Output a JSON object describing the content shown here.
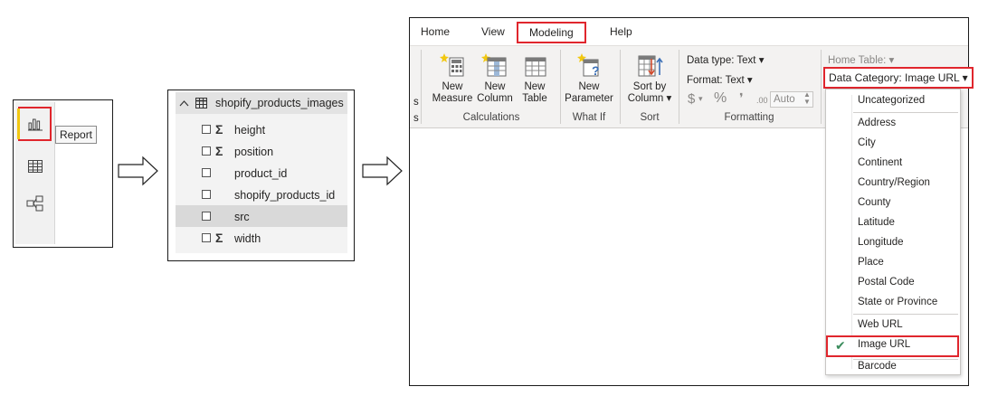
{
  "view_switcher": {
    "tooltip": "Report",
    "views": [
      {
        "name": "report",
        "icon": "bar-chart-icon"
      },
      {
        "name": "data",
        "icon": "table-grid-icon"
      },
      {
        "name": "model",
        "icon": "model-diagram-icon"
      }
    ]
  },
  "fields_pane": {
    "table_name": "shopify_products_images",
    "fields": [
      {
        "name": "height",
        "sigma": true,
        "highlighted": false
      },
      {
        "name": "position",
        "sigma": true,
        "highlighted": false
      },
      {
        "name": "product_id",
        "sigma": false,
        "highlighted": false
      },
      {
        "name": "shopify_products_id",
        "sigma": false,
        "highlighted": false
      },
      {
        "name": "src",
        "sigma": false,
        "highlighted": true
      },
      {
        "name": "width",
        "sigma": true,
        "highlighted": false
      }
    ]
  },
  "ribbon": {
    "tabs": [
      "Home",
      "View",
      "Modeling",
      "Help"
    ],
    "active_tab": "Modeling",
    "left_clip_labels": [
      "s",
      "s"
    ],
    "buttons": {
      "new_measure": [
        "New",
        "Measure"
      ],
      "new_column": [
        "New",
        "Column"
      ],
      "new_table": [
        "New",
        "Table"
      ],
      "new_parameter": [
        "New",
        "Parameter"
      ],
      "sort_by_column": [
        "Sort by",
        "Column ▾"
      ]
    },
    "groups": {
      "calculations": "Calculations",
      "what_if": "What If",
      "sort": "Sort",
      "formatting": "Formatting"
    },
    "formatting": {
      "data_type": "Data type: Text ▾",
      "format": "Format: Text ▾",
      "currency": "$",
      "percent": "%",
      "comma": "❜",
      "decimal": ".00",
      "auto": "Auto"
    },
    "home_table": "Home Table: ▾",
    "data_category": "Data Category: Image URL ▾"
  },
  "category_menu": {
    "items": [
      "Uncategorized",
      "Address",
      "City",
      "Continent",
      "Country/Region",
      "County",
      "Latitude",
      "Longitude",
      "Place",
      "Postal Code",
      "State or Province",
      "Web URL",
      "Image URL",
      "Barcode"
    ],
    "selected": "Image URL",
    "check_mark": "✔"
  }
}
